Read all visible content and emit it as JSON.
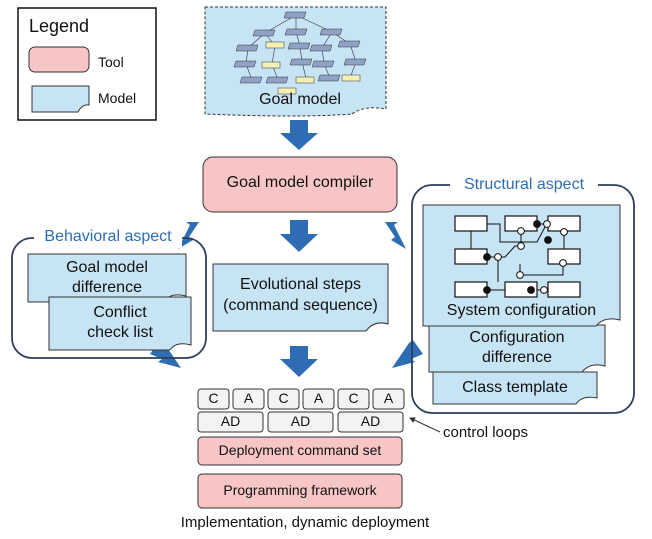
{
  "legend": {
    "title": "Legend",
    "tool_label": "Tool",
    "model_label": "Model"
  },
  "goal_model": {
    "label": "Goal model"
  },
  "compiler": {
    "label": "Goal model compiler"
  },
  "behavioral": {
    "title": "Behavioral aspect",
    "diff_line1": "Goal model",
    "diff_line2": "difference",
    "conflict_line1": "Conflict",
    "conflict_line2": "check list"
  },
  "evolution": {
    "line1": "Evolutional steps",
    "line2": "(command sequence)"
  },
  "structural": {
    "title": "Structural aspect",
    "sysconf_label": "System configuration",
    "confdiff_line1": "Configuration",
    "confdiff_line2": "difference",
    "class_template_label": "Class template"
  },
  "loops": {
    "cell_c": "C",
    "cell_a": "A",
    "cell_ad": "AD",
    "label": "control loops"
  },
  "deployment_command_set": {
    "label": "Deployment command set"
  },
  "programming_framework": {
    "label": "Programming framework"
  },
  "caption": "Implementation, dynamic deployment",
  "colors": {
    "tool_fill": "#f7c5c5",
    "model_fill": "#c7e4f5",
    "arrow_blue": "#2e6db4",
    "aspect_title_blue": "#2e6db4",
    "aspect_border": "#2b3f5c"
  }
}
